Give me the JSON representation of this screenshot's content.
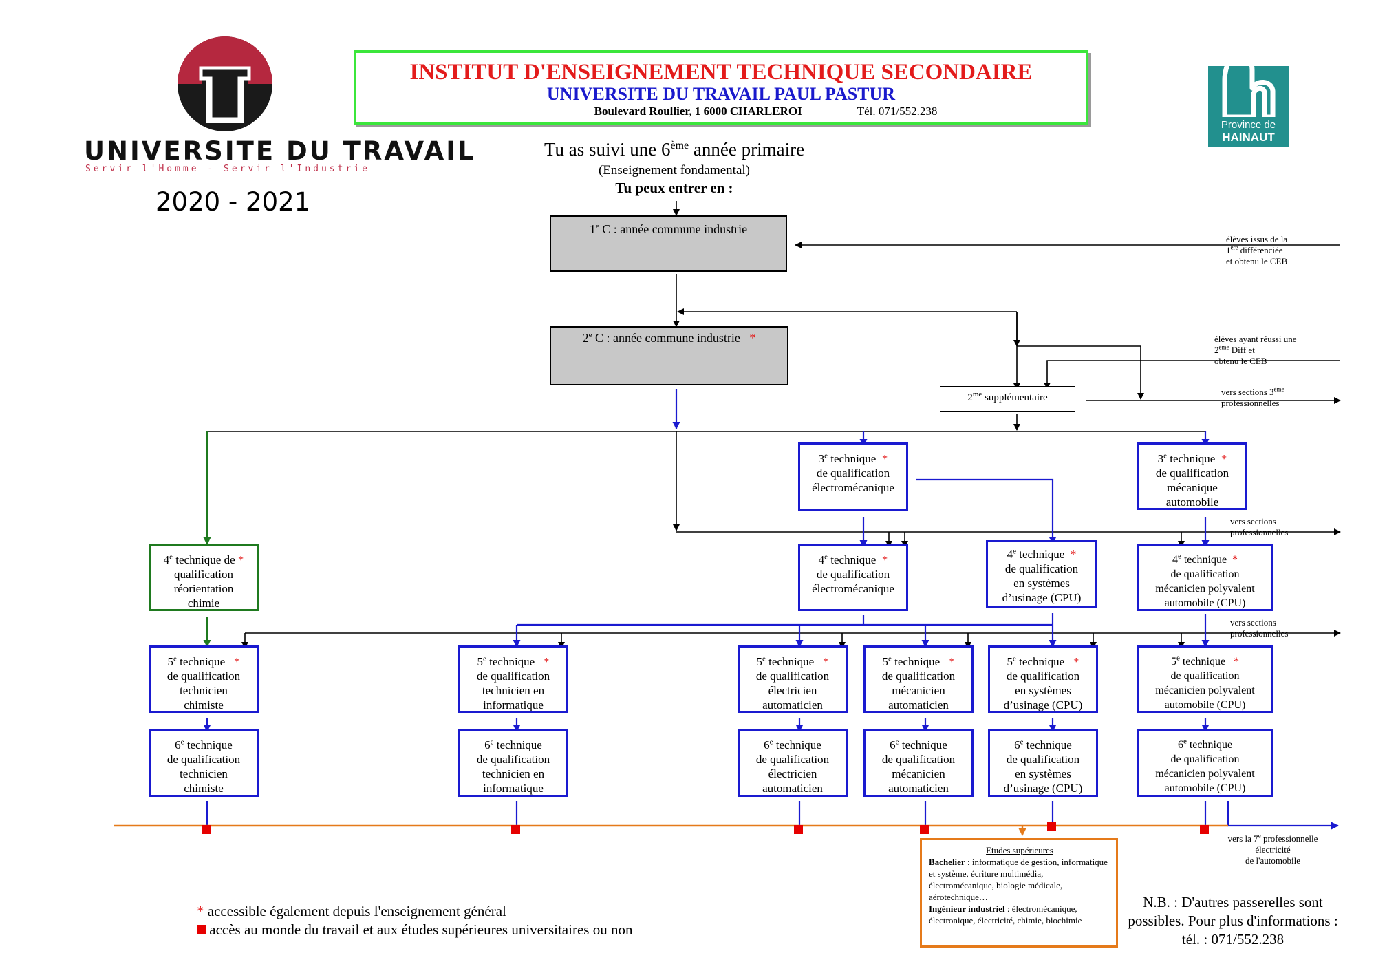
{
  "header": {
    "line1": "INSTITUT D'ENSEIGNEMENT TECHNIQUE SECONDAIRE",
    "line2": "UNIVERSITE DU TRAVAIL PAUL PASTUR",
    "address": "Boulevard Roullier, 1   6000 CHARLEROI",
    "phone": "Tél. 071/552.238"
  },
  "logo_left": {
    "name": "UNIVERSITE DU TRAVAIL",
    "tagline": "Servir l'Homme - Servir l'Industrie",
    "year": "2020 - 2021"
  },
  "logo_right": {
    "line1": "Province de",
    "line2": "HAINAUT"
  },
  "intro": {
    "line1_a": "Tu as suivi une 6",
    "line1_sup": "ème",
    "line1_b": " année primaire",
    "line2": "(Enseignement fondamental)",
    "line3": "Tu peux entrer en :"
  },
  "boxes": {
    "c1": {
      "num": "1",
      "sup": "e",
      "text": " C : année commune industrie"
    },
    "c2": {
      "num": "2",
      "sup": "e",
      "text": " C : année commune industrie",
      "star": "*"
    },
    "supp": {
      "num": "2",
      "sup": "me",
      "text": " supplémentaire"
    },
    "t3_em": {
      "num": "3",
      "sup": "e",
      "lines": [
        " technique",
        "de qualification",
        "électromécanique"
      ],
      "star": "*"
    },
    "t3_auto": {
      "num": "3",
      "sup": "e",
      "lines": [
        " technique",
        "de qualification",
        "mécanique",
        "automobile"
      ],
      "star": "*"
    },
    "t4_chim": {
      "num": "4",
      "sup": "e",
      "lines": [
        " technique de",
        "qualification",
        "réorientation",
        "chimie"
      ],
      "star": "*"
    },
    "t4_em": {
      "num": "4",
      "sup": "e",
      "lines": [
        " technique",
        "de qualification",
        "électromécanique"
      ],
      "star": "*"
    },
    "t4_cpu": {
      "num": "4",
      "sup": "e",
      "lines": [
        " technique",
        "de qualification",
        "en systèmes",
        "d’usinage (CPU)"
      ],
      "star": "*"
    },
    "t4_auto": {
      "num": "4",
      "sup": "e",
      "lines": [
        " technique",
        "de qualification",
        "mécanicien polyvalent",
        "automobile (CPU)"
      ],
      "star": "*"
    },
    "t5_chim": {
      "num": "5",
      "sup": "e",
      "lines": [
        " technique",
        "de qualification",
        "technicien",
        "chimiste"
      ],
      "star": "*"
    },
    "t5_info": {
      "num": "5",
      "sup": "e",
      "lines": [
        " technique",
        "de qualification",
        "technicien en",
        "informatique"
      ],
      "star": "*"
    },
    "t5_elec": {
      "num": "5",
      "sup": "e",
      "lines": [
        " technique",
        "de qualification",
        "électricien",
        "automaticien"
      ],
      "star": "*"
    },
    "t5_meca": {
      "num": "5",
      "sup": "e",
      "lines": [
        " technique",
        "de qualification",
        "mécanicien",
        "automaticien"
      ],
      "star": "*"
    },
    "t5_cpu": {
      "num": "5",
      "sup": "e",
      "lines": [
        " technique",
        "de qualification",
        "en systèmes",
        "d’usinage (CPU)"
      ],
      "star": "*"
    },
    "t5_auto": {
      "num": "5",
      "sup": "e",
      "lines": [
        " technique",
        "de qualification",
        "mécanicien polyvalent",
        "automobile (CPU)"
      ],
      "star": "*"
    },
    "t6_chim": {
      "num": "6",
      "sup": "e",
      "lines": [
        " technique",
        "de qualification",
        "technicien",
        "chimiste"
      ]
    },
    "t6_info": {
      "num": "6",
      "sup": "e",
      "lines": [
        " technique",
        "de qualification",
        "technicien en",
        "informatique"
      ]
    },
    "t6_elec": {
      "num": "6",
      "sup": "e",
      "lines": [
        " technique",
        "de qualification",
        "électricien",
        "automaticien"
      ]
    },
    "t6_meca": {
      "num": "6",
      "sup": "e",
      "lines": [
        " technique",
        "de qualification",
        "mécanicien",
        "automaticien"
      ]
    },
    "t6_cpu": {
      "num": "6",
      "sup": "e",
      "lines": [
        " technique",
        "de qualification",
        "en systèmes",
        "d’usinage (CPU)"
      ]
    },
    "t6_auto": {
      "num": "6",
      "sup": "e",
      "lines": [
        " technique",
        "de qualification",
        "mécanicien polyvalent",
        "automobile (CPU)"
      ]
    }
  },
  "notes": {
    "n1": {
      "l1": "élèves issus de la",
      "l2_num": "1",
      "l2_sup": "ère",
      "l2_text": " différenciée",
      "l3": "et obtenu le CEB"
    },
    "n2": {
      "l1": "élèves ayant réussi une",
      "l2_num": "2",
      "l2_sup": "ème",
      "l2_text": " Diff et",
      "l3": "obtenu le CEB"
    },
    "n3": {
      "l1_a": "vers sections 3",
      "l1_sup": "ème",
      "l2": "professionnelles"
    },
    "n4": {
      "l1": "vers sections",
      "l2": "professionnelles"
    },
    "n5": {
      "l1": "vers sections",
      "l2": "professionnelles"
    },
    "n6": {
      "l1_a": "vers la 7",
      "l1_sup": "e",
      "l1_b": " professionnelle",
      "l2": "électricité",
      "l3": "de l'automobile"
    }
  },
  "etudes": {
    "title": "Etudes supérieures",
    "bach_label": "Bachelier",
    "bach_text": " : informatique de gestion, informatique et système, écriture multimédia, électromécanique, biologie médicale, aérotechnique…",
    "ing_label": "Ingénieur industriel",
    "ing_text": " : électromécanique, électronique, électricité, chimie, biochimie"
  },
  "legend": {
    "star_symbol": "*",
    "star_text": " accessible également depuis l'enseignement général",
    "square_text": " accès au monde du travail et aux études supérieures universitaires ou non"
  },
  "nb": {
    "line1": "N.B. : D'autres passerelles sont",
    "line2": "possibles. Pour plus d'informations :",
    "line3": "tél. : 071/552.238"
  },
  "colors": {
    "red": "#e31b1b",
    "blue": "#1a1ad0",
    "green": "#1f7a1f",
    "orange": "#e57a1a",
    "header_border": "#3be63b",
    "hainaut": "#22908e",
    "logo_red": "#b5283f"
  }
}
